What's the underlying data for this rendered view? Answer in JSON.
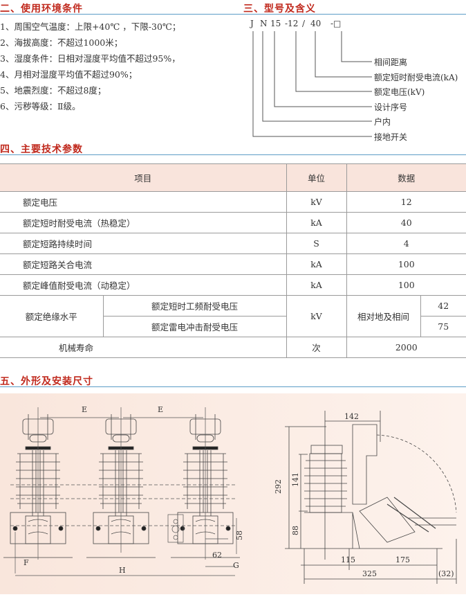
{
  "section2": {
    "title": "二、使用环境条件",
    "items": [
      "1、周围空气温度：上限+40℃ ，下限-30℃；",
      "2、海拔高度：不超过1000米；",
      "3、湿度条件：日相对湿度平均值不超过95%，",
      "4、月相对湿度平均值不超过90%；",
      "5、地震烈度：不超过8度；",
      "6、污秽等级：Ⅱ级。"
    ]
  },
  "section3": {
    "title": "三、型号及含义",
    "code": [
      "J",
      "N",
      "15",
      "-12",
      "/",
      "40",
      "-□"
    ],
    "meanings": [
      "相间距离",
      "额定短时耐受电流(kA)",
      "额定电压(kV)",
      "设计序号",
      "户内",
      "接地开关"
    ]
  },
  "section4": {
    "title": "四、主要技术参数",
    "headers": [
      "项目",
      "单位",
      "数据"
    ],
    "rows": [
      {
        "item": "额定电压",
        "unit": "kV",
        "value": "12"
      },
      {
        "item": "额定短时耐受电流（热稳定）",
        "unit": "kA",
        "value": "40"
      },
      {
        "item": "额定短路持续时间",
        "unit": "S",
        "value": "4"
      },
      {
        "item": "额定短路关合电流",
        "unit": "kA",
        "value": "100"
      },
      {
        "item": "额定峰值耐受电流（动稳定）",
        "unit": "kA",
        "value": "100"
      }
    ],
    "insulation": {
      "item": "额定绝缘水平",
      "sub1": "额定短时工频耐受电压",
      "sub2": "额定雷电冲击耐受电压",
      "unit": "kV",
      "scope": "相对地及相间",
      "v1": "42",
      "v2": "75"
    },
    "life": {
      "item": "机械寿命",
      "unit": "次",
      "value": "2000"
    }
  },
  "section5": {
    "title": "五、外形及安装尺寸",
    "front_dims": {
      "e1": "E",
      "e2": "E",
      "f": "F",
      "g": "G",
      "h": "H",
      "d62": "62",
      "d58": "58"
    },
    "side_dims": {
      "d142": "142",
      "d292": "292",
      "d141": "141",
      "d88": "88",
      "d115": "115",
      "d175": "175",
      "d325": "325",
      "d32": "(32)"
    }
  }
}
